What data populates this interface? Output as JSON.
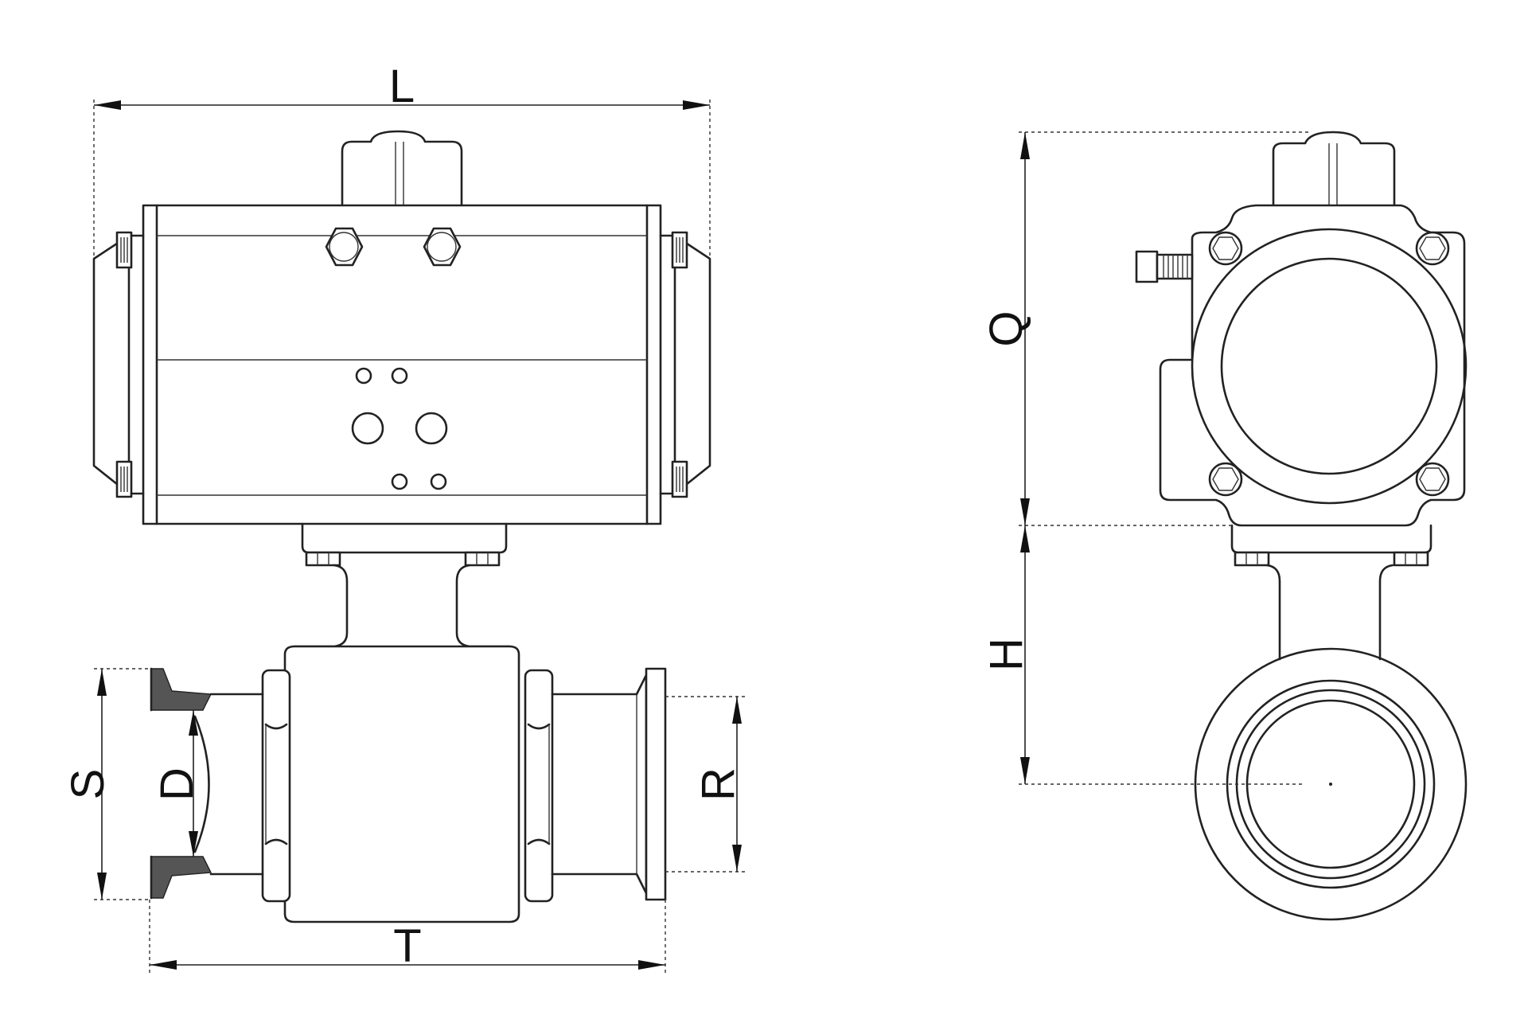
{
  "labels": {
    "L": "L",
    "T": "T",
    "S": "S",
    "D": "D",
    "R": "R",
    "Q": "Q",
    "H": "H"
  }
}
